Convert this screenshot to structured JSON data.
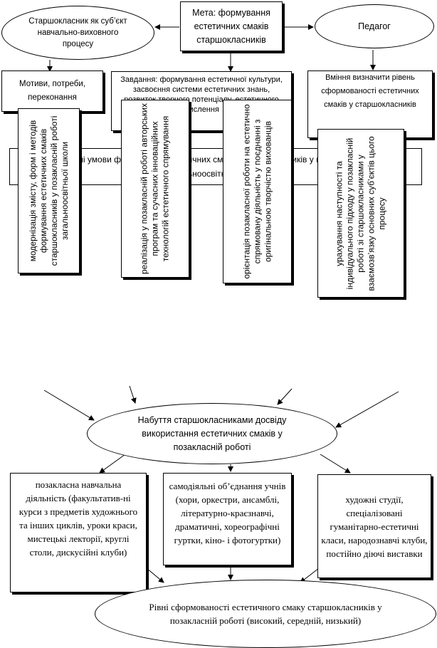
{
  "top": {
    "goal": "Мета: формування естетичних смаків старшокласників",
    "student": "Старшокласник як суб’єкт навчально-виховного процесу",
    "teacher": "Педагог"
  },
  "second_row": {
    "motives": "Мотиви, потреби, переконання",
    "task": "Завдання: формування естетичної культури, засвоєння системи естетичних знань, розвиток творчого потенціалу, естетичного мислення",
    "skills": "Вміння визначити рівень сформованості естетичних смаків у старшокласників"
  },
  "conditions_banner": "Педагогічні умови формування естетичних смаків старшокласників у позакласній роботі загальноосвітньої школи",
  "conditions": [
    "модернізація змісту, форм і методів формування естетичних смаків старшокласників у позакласній роботі загальноосвітньої школи",
    "реалізація у позакласній роботі авторських програм та сучасних інноваційних технологій естетичного спрямування",
    "орієнтація позакласної роботи на естетично спрямовану діяльність у поєднанні з оригінальною творчістю вихованців",
    "урахування наступності та індивідуального підходу у позакласній роботі зі старшокласниками у взаємозв’язку основних суб’єктів цього процесу"
  ],
  "experience": "Набуття старшокласниками досвіду використання естетичних смаків у позакласній роботі",
  "forms": [
    "позакласна навчальна діяльність (факультатив-ні курси з предметів художнього та інших циклів, уроки краси, мистецькі лекторії, круглі столи, дискусійні клуби)",
    "самодіяльні об’єднання учнів (хори, оркестри, ансамблі, літературно-краєзнавчі, драматичні, хореографічні гуртки, кіно- і фотогуртки)",
    "художні студії, спеціалізовані гуманітарно-естетичні класи, народознавчі клуби, постійно діючі виставки"
  ],
  "levels": "Рівні сформованості естетичного смаку старшокласників у позакласній роботі (високий, середній, низький)"
}
